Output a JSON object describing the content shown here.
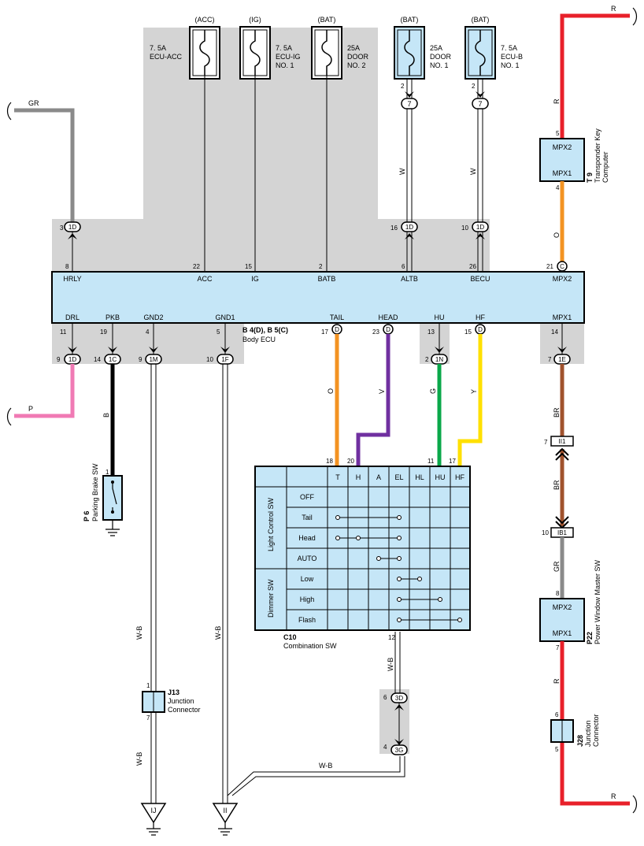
{
  "fuses": [
    {
      "supply": "(ACC)",
      "rating": "7. 5A",
      "name1": "ECU-ACC",
      "name2": ""
    },
    {
      "supply": "(IG)",
      "rating": "7. 5A",
      "name1": "ECU-IG",
      "name2": "NO. 1"
    },
    {
      "supply": "(BAT)",
      "rating": "25A",
      "name1": "DOOR",
      "name2": "NO. 2"
    },
    {
      "supply": "(BAT)",
      "rating": "25A",
      "name1": "DOOR",
      "name2": "NO. 1"
    },
    {
      "supply": "(BAT)",
      "rating": "7. 5A",
      "name1": "ECU-B",
      "name2": "NO. 1"
    }
  ],
  "ecu": {
    "code": "B 4(D), B 5(C)",
    "name": "Body ECU",
    "top_terminals": [
      {
        "label": "HRLY",
        "pin": "8"
      },
      {
        "label": "ACC",
        "pin": "22"
      },
      {
        "label": "IG",
        "pin": "15"
      },
      {
        "label": "BATB",
        "pin": "2"
      },
      {
        "label": "ALTB",
        "pin": "6"
      },
      {
        "label": "BECU",
        "pin": "26"
      },
      {
        "label": "MPX2",
        "pin": "21"
      }
    ],
    "bottom_terminals": [
      {
        "label": "DRL",
        "pin": "11"
      },
      {
        "label": "PKB",
        "pin": "19"
      },
      {
        "label": "GND2",
        "pin": "4"
      },
      {
        "label": "GND1",
        "pin": "5"
      },
      {
        "label": "TAIL",
        "pin": "17"
      },
      {
        "label": "HEAD",
        "pin": "23"
      },
      {
        "label": "HU",
        "pin": "13"
      },
      {
        "label": "HF",
        "pin": "15"
      },
      {
        "label": "MPX1",
        "pin": "14"
      }
    ]
  },
  "connectors": {
    "c1D_hrly": "1D",
    "c1D_hrly_pin": "3",
    "c1D_altb": "1D",
    "c1D_altb_pin": "16",
    "c1D_becu": "1D",
    "c1D_becu_pin": "10",
    "c7_a": "7",
    "c7_a_pin": "2",
    "c7_b": "7",
    "c7_b_pin": "2",
    "c1D_drl": "1D",
    "c1D_drl_pin": "9",
    "c1C": "1C",
    "c1C_pin": "14",
    "c1M": "1M",
    "c1M_pin": "9",
    "c1F": "1F",
    "c1F_pin": "10",
    "cD_tail": "D",
    "cD_head": "D",
    "c1N": "1N",
    "c1N_pin": "2",
    "cD_hf": "D",
    "c1E": "1E",
    "c1E_pin": "7",
    "cC_mpx2": "C",
    "cII1": "II1",
    "cII1_pin": "7",
    "cIB1": "IB1",
    "cIB1_pin": "10",
    "c3D": "3D",
    "c3D_pin": "6",
    "c3G": "3G",
    "c3G_pin": "4"
  },
  "wires": {
    "gr": "GR",
    "p": "P",
    "r_top": "R",
    "r_bottom": "R",
    "w1": "W",
    "w2": "W",
    "o_mpx": "O",
    "o_tail": "O",
    "v": "V",
    "g": "G",
    "y": "Y",
    "b": "B",
    "wb1": "W-B",
    "wb2": "W-B",
    "wb3": "W-B",
    "wb4": "W-B",
    "wb5": "W-B",
    "br1": "BR",
    "br2": "BR",
    "gr2": "GR",
    "r_mid": "R"
  },
  "components": {
    "transponder": {
      "code": "T 9",
      "name1": "Transponder Key",
      "name2": "Computer",
      "top": "MPX2",
      "bottom": "MPX1",
      "pin_top": "5",
      "pin_bottom": "4"
    },
    "pwms": {
      "code": "P22",
      "name": "Power Window Master SW",
      "top": "MPX2",
      "bottom": "MPX1",
      "pin_top": "8",
      "pin_bottom": "7"
    },
    "parking": {
      "code": "P 6",
      "name": "Parking Brake SW",
      "pin": "1"
    },
    "j13": {
      "code": "J13",
      "name1": "Junction",
      "name2": "Connector",
      "pin_top": "1",
      "pin_bottom": "7"
    },
    "j28": {
      "code": "J28",
      "name1": "Junction",
      "name2": "Connector",
      "pin_top": "6",
      "pin_bottom": "5"
    },
    "combo": {
      "code": "C10",
      "name": "Combination SW",
      "ground_pin": "12"
    }
  },
  "switch_table": {
    "columns": [
      "T",
      "H",
      "A",
      "EL",
      "HL",
      "HU",
      "HF"
    ],
    "pins": [
      "18",
      "20",
      "",
      "",
      "",
      "11",
      "17"
    ],
    "group1": "Light Control SW",
    "group2": "Dimmer SW",
    "rows": [
      "OFF",
      "Tail",
      "Head",
      "AUTO",
      "Low",
      "High",
      "Flash"
    ]
  },
  "grounds": {
    "ij": "IJ",
    "ii": "II"
  }
}
